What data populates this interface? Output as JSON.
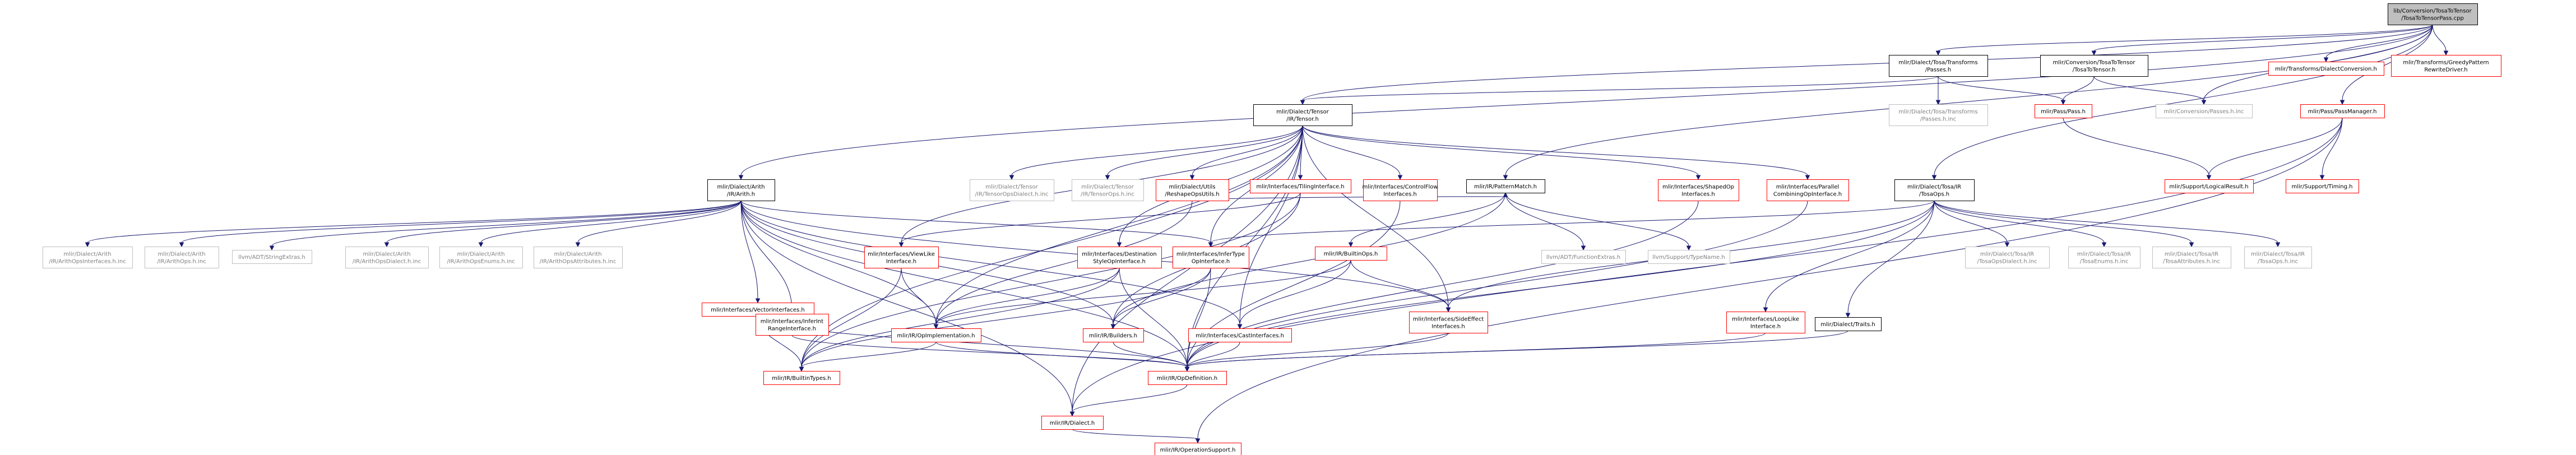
{
  "colors": {
    "edge_dark": "#191970",
    "edge_highlight": "#ff0000",
    "node_root_fill": "#bfbfbf",
    "node_fill": "#ffffff",
    "border_black": "#000000",
    "border_red": "#ff0000",
    "border_grey": "#bfbfbf",
    "text_black": "#000000",
    "text_grey": "#808080",
    "text_red": "#ff0000"
  },
  "nodes": [
    {
      "id": "root",
      "lines": [
        "lib/Conversion/TosaToTensor",
        "/TosaToTensorPass.cpp"
      ],
      "style": "root"
    },
    {
      "id": "tosa_transforms_passes",
      "lines": [
        "mlir/Dialect/Tosa/Transforms",
        "/Passes.h"
      ],
      "style": "black"
    },
    {
      "id": "conv_tosatotensor",
      "lines": [
        "mlir/Conversion/TosaToTensor",
        "/TosaToTensor.h"
      ],
      "style": "black"
    },
    {
      "id": "transforms_dialectconversion",
      "lines": [
        "mlir/Transforms/DialectConversion.h"
      ],
      "style": "red"
    },
    {
      "id": "transforms_greedy",
      "lines": [
        "mlir/Transforms/GreedyPattern",
        "RewriteDriver.h"
      ],
      "style": "red"
    },
    {
      "id": "tensor_ir",
      "lines": [
        "mlir/Dialect/Tensor",
        "/IR/Tensor.h"
      ],
      "style": "black"
    },
    {
      "id": "tosa_transforms_passes_inc",
      "lines": [
        "mlir/Dialect/Tosa/Transforms",
        "/Passes.h.inc"
      ],
      "style": "grey"
    },
    {
      "id": "pass_pass",
      "lines": [
        "mlir/Pass/Pass.h"
      ],
      "style": "red"
    },
    {
      "id": "conv_passes_inc",
      "lines": [
        "mlir/Conversion/Passes.h.inc"
      ],
      "style": "grey"
    },
    {
      "id": "pass_passmanager",
      "lines": [
        "mlir/Pass/PassManager.h"
      ],
      "style": "red"
    },
    {
      "id": "arith_ir",
      "lines": [
        "mlir/Dialect/Arith",
        "/IR/Arith.h"
      ],
      "style": "black"
    },
    {
      "id": "tensor_opsdialect_inc",
      "lines": [
        "mlir/Dialect/Tensor",
        "/IR/TensorOpsDialect.h.inc"
      ],
      "style": "grey"
    },
    {
      "id": "tensor_ops_inc",
      "lines": [
        "mlir/Dialect/Tensor",
        "/IR/TensorOps.h.inc"
      ],
      "style": "grey"
    },
    {
      "id": "utils_reshape",
      "lines": [
        "mlir/Dialect/Utils",
        "/ReshapeOpsUtils.h"
      ],
      "style": "red"
    },
    {
      "id": "tiling_iface",
      "lines": [
        "mlir/Interfaces/TilingInterface.h"
      ],
      "style": "red"
    },
    {
      "id": "controlflow_iface",
      "lines": [
        "mlir/Interfaces/ControlFlow",
        "Interfaces.h"
      ],
      "style": "red"
    },
    {
      "id": "patternmatch",
      "lines": [
        "mlir/IR/PatternMatch.h"
      ],
      "style": "black"
    },
    {
      "id": "shapedop_iface",
      "lines": [
        "mlir/Interfaces/ShapedOp",
        "Interfaces.h"
      ],
      "style": "red"
    },
    {
      "id": "parallel_iface",
      "lines": [
        "mlir/Interfaces/Parallel",
        "CombiningOpInterface.h"
      ],
      "style": "red"
    },
    {
      "id": "support_logical",
      "lines": [
        "mlir/Support/LogicalResult.h"
      ],
      "style": "red"
    },
    {
      "id": "support_timing",
      "lines": [
        "mlir/Support/Timing.h"
      ],
      "style": "red"
    },
    {
      "id": "tosa_ir",
      "lines": [
        "mlir/Dialect/Tosa/IR",
        "/TosaOps.h"
      ],
      "style": "black"
    },
    {
      "id": "arith_opinterfaces_inc",
      "lines": [
        "mlir/Dialect/Arith",
        "/IR/ArithOpsInterfaces.h.inc"
      ],
      "style": "grey"
    },
    {
      "id": "arith_ops_inc",
      "lines": [
        "mlir/Dialect/Arith",
        "/IR/ArithOps.h.inc"
      ],
      "style": "grey"
    },
    {
      "id": "llvm_stringextras",
      "lines": [
        "llvm/ADT/StringExtras.h"
      ],
      "style": "grey"
    },
    {
      "id": "arith_opsdialect_inc",
      "lines": [
        "mlir/Dialect/Arith",
        "/IR/ArithOpsDialect.h.inc"
      ],
      "style": "grey"
    },
    {
      "id": "arith_opsenums_inc",
      "lines": [
        "mlir/Dialect/Arith",
        "/IR/ArithOpsEnums.h.inc"
      ],
      "style": "grey"
    },
    {
      "id": "arith_opsattr_inc",
      "lines": [
        "mlir/Dialect/Arith",
        "/IR/ArithOpsAttributes.h.inc"
      ],
      "style": "grey"
    },
    {
      "id": "viewlike_iface",
      "lines": [
        "mlir/Interfaces/ViewLike",
        "Interface.h"
      ],
      "style": "red"
    },
    {
      "id": "destination_iface",
      "lines": [
        "mlir/Interfaces/Destination",
        "StyleOpInterface.h"
      ],
      "style": "red"
    },
    {
      "id": "infertype_iface",
      "lines": [
        "mlir/Interfaces/InferType",
        "OpInterface.h"
      ],
      "style": "red"
    },
    {
      "id": "ir_builtinops",
      "lines": [
        "mlir/IR/BuiltinOps.h"
      ],
      "style": "red"
    },
    {
      "id": "llvm_functionextras",
      "lines": [
        "llvm/ADT/FunctionExtras.h"
      ],
      "style": "grey"
    },
    {
      "id": "llvm_typename",
      "lines": [
        "llvm/Support/TypeName.h"
      ],
      "style": "grey"
    },
    {
      "id": "tosa_opsdialect_inc",
      "lines": [
        "mlir/Dialect/Tosa/IR",
        "/TosaOpsDialect.h.inc"
      ],
      "style": "grey"
    },
    {
      "id": "tosa_enums_inc",
      "lines": [
        "mlir/Dialect/Tosa/IR",
        "/TosaEnums.h.inc"
      ],
      "style": "grey"
    },
    {
      "id": "tosa_attributes_inc",
      "lines": [
        "mlir/Dialect/Tosa/IR",
        "/TosaAttributes.h.inc"
      ],
      "style": "grey"
    },
    {
      "id": "tosa_ops_inc",
      "lines": [
        "mlir/Dialect/Tosa/IR",
        "/TosaOps.h.inc"
      ],
      "style": "grey"
    },
    {
      "id": "vector_iface",
      "lines": [
        "mlir/Interfaces/VectorInterfaces.h"
      ],
      "style": "red"
    },
    {
      "id": "inferint_iface",
      "lines": [
        "mlir/Interfaces/InferInt",
        "RangeInterface.h"
      ],
      "style": "red"
    },
    {
      "id": "opimplementation",
      "lines": [
        "mlir/IR/OpImplementation.h"
      ],
      "style": "red"
    },
    {
      "id": "ir_builders",
      "lines": [
        "mlir/IR/Builders.h"
      ],
      "style": "red"
    },
    {
      "id": "cast_iface",
      "lines": [
        "mlir/Interfaces/CastInterfaces.h"
      ],
      "style": "red"
    },
    {
      "id": "sideeffect_iface",
      "lines": [
        "mlir/Interfaces/SideEffect",
        "Interfaces.h"
      ],
      "style": "red"
    },
    {
      "id": "looplike_iface",
      "lines": [
        "mlir/Interfaces/LoopLike",
        "Interface.h"
      ],
      "style": "red"
    },
    {
      "id": "tosa_traits",
      "lines": [
        "mlir/Dialect/Traits.h"
      ],
      "style": "black"
    },
    {
      "id": "ir_builtintypes",
      "lines": [
        "mlir/IR/BuiltinTypes.h"
      ],
      "style": "red"
    },
    {
      "id": "ir_opdefinition",
      "lines": [
        "mlir/IR/OpDefinition.h"
      ],
      "style": "red"
    },
    {
      "id": "ir_dialect",
      "lines": [
        "mlir/IR/Dialect.h"
      ],
      "style": "red"
    },
    {
      "id": "ir_operationsupport",
      "lines": [
        "mlir/IR/OperationSupport.h"
      ],
      "style": "red"
    }
  ],
  "edges": [
    {
      "from": "root",
      "to": "tosa_transforms_passes",
      "color": "dark"
    },
    {
      "from": "root",
      "to": "conv_tosatotensor",
      "color": "dark"
    },
    {
      "from": "root",
      "to": "transforms_dialectconversion",
      "color": "dark"
    },
    {
      "from": "root",
      "to": "transforms_greedy",
      "color": "dark"
    },
    {
      "from": "root",
      "to": "tensor_ir",
      "color": "dark"
    },
    {
      "from": "root",
      "to": "conv_passes_inc",
      "color": "dark"
    },
    {
      "from": "root",
      "to": "pass_passmanager",
      "color": "dark"
    },
    {
      "from": "root",
      "to": "arith_ir",
      "color": "dark"
    },
    {
      "from": "root",
      "to": "tosa_ir",
      "color": "dark"
    },
    {
      "from": "root",
      "to": "patternmatch",
      "color": "dark"
    },
    {
      "from": "tosa_transforms_passes",
      "to": "tensor_ir",
      "color": "dark"
    },
    {
      "from": "tosa_transforms_passes",
      "to": "tosa_transforms_passes_inc",
      "color": "dark"
    },
    {
      "from": "tosa_transforms_passes",
      "to": "pass_pass",
      "color": "dark"
    },
    {
      "from": "conv_tosatotensor",
      "to": "pass_pass",
      "color": "dark"
    },
    {
      "from": "conv_tosatotensor",
      "to": "conv_passes_inc",
      "color": "dark"
    },
    {
      "from": "pass_pass",
      "to": "support_logical",
      "color": "dark"
    },
    {
      "from": "pass_passmanager",
      "to": "support_logical",
      "color": "dark"
    },
    {
      "from": "pass_passmanager",
      "to": "support_timing",
      "color": "dark"
    },
    {
      "from": "pass_passmanager",
      "to": "ir_dialect",
      "color": "dark"
    },
    {
      "from": "pass_passmanager",
      "to": "ir_operationsupport",
      "color": "dark"
    },
    {
      "from": "tensor_ir",
      "to": "tensor_opsdialect_inc",
      "color": "dark"
    },
    {
      "from": "tensor_ir",
      "to": "tensor_ops_inc",
      "color": "dark"
    },
    {
      "from": "tensor_ir",
      "to": "utils_reshape",
      "color": "dark"
    },
    {
      "from": "tensor_ir",
      "to": "tiling_iface",
      "color": "dark"
    },
    {
      "from": "tensor_ir",
      "to": "controlflow_iface",
      "color": "dark"
    },
    {
      "from": "tensor_ir",
      "to": "shapedop_iface",
      "color": "dark"
    },
    {
      "from": "tensor_ir",
      "to": "parallel_iface",
      "color": "dark"
    },
    {
      "from": "tensor_ir",
      "to": "viewlike_iface",
      "color": "dark"
    },
    {
      "from": "tensor_ir",
      "to": "destination_iface",
      "color": "dark"
    },
    {
      "from": "tensor_ir",
      "to": "infertype_iface",
      "color": "dark"
    },
    {
      "from": "tensor_ir",
      "to": "opimplementation",
      "color": "dark"
    },
    {
      "from": "tensor_ir",
      "to": "cast_iface",
      "color": "dark"
    },
    {
      "from": "tensor_ir",
      "to": "sideeffect_iface",
      "color": "dark"
    },
    {
      "from": "tensor_ir",
      "to": "ir_builtintypes",
      "color": "dark"
    },
    {
      "from": "tensor_ir",
      "to": "ir_opdefinition",
      "color": "dark"
    },
    {
      "from": "tensor_ir",
      "to": "ir_dialect",
      "color": "dark"
    },
    {
      "from": "utils_reshape",
      "to": "patternmatch",
      "color": "dark"
    },
    {
      "from": "utils_reshape",
      "to": "opimplementation",
      "color": "dark"
    },
    {
      "from": "tiling_iface",
      "to": "viewlike_iface",
      "color": "dark"
    },
    {
      "from": "tiling_iface",
      "to": "ir_builders",
      "color": "dark"
    },
    {
      "from": "tiling_iface",
      "to": "ir_builtintypes",
      "color": "dark"
    },
    {
      "from": "controlflow_iface",
      "to": "ir_opdefinition",
      "color": "dark"
    },
    {
      "from": "patternmatch",
      "to": "ir_builtinops",
      "color": "dark"
    },
    {
      "from": "patternmatch",
      "to": "llvm_functionextras",
      "color": "dark"
    },
    {
      "from": "patternmatch",
      "to": "llvm_typename",
      "color": "dark"
    },
    {
      "from": "patternmatch",
      "to": "ir_builders",
      "color": "dark"
    },
    {
      "from": "shapedop_iface",
      "to": "ir_opdefinition",
      "color": "dark"
    },
    {
      "from": "parallel_iface",
      "to": "ir_opdefinition",
      "color": "dark"
    },
    {
      "from": "arith_ir",
      "to": "arith_opinterfaces_inc",
      "color": "dark"
    },
    {
      "from": "arith_ir",
      "to": "arith_ops_inc",
      "color": "dark"
    },
    {
      "from": "arith_ir",
      "to": "llvm_stringextras",
      "color": "dark"
    },
    {
      "from": "arith_ir",
      "to": "arith_opsdialect_inc",
      "color": "dark"
    },
    {
      "from": "arith_ir",
      "to": "arith_opsenums_inc",
      "color": "dark"
    },
    {
      "from": "arith_ir",
      "to": "arith_opsattr_inc",
      "color": "dark"
    },
    {
      "from": "arith_ir",
      "to": "vector_iface",
      "color": "dark"
    },
    {
      "from": "arith_ir",
      "to": "inferint_iface",
      "color": "dark"
    },
    {
      "from": "arith_ir",
      "to": "infertype_iface",
      "color": "dark"
    },
    {
      "from": "arith_ir",
      "to": "opimplementation",
      "color": "dark"
    },
    {
      "from": "arith_ir",
      "to": "ir_builders",
      "color": "dark"
    },
    {
      "from": "arith_ir",
      "to": "cast_iface",
      "color": "dark"
    },
    {
      "from": "arith_ir",
      "to": "sideeffect_iface",
      "color": "dark"
    },
    {
      "from": "arith_ir",
      "to": "ir_opdefinition",
      "color": "dark"
    },
    {
      "from": "arith_ir",
      "to": "ir_dialect",
      "color": "dark"
    },
    {
      "from": "viewlike_iface",
      "to": "opimplementation",
      "color": "dark"
    },
    {
      "from": "viewlike_iface",
      "to": "ir_builtintypes",
      "color": "dark"
    },
    {
      "from": "destination_iface",
      "to": "ir_builtintypes",
      "color": "dark"
    },
    {
      "from": "destination_iface",
      "to": "ir_opdefinition",
      "color": "dark"
    },
    {
      "from": "destination_iface",
      "to": "opimplementation",
      "color": "dark"
    },
    {
      "from": "infertype_iface",
      "to": "ir_builders",
      "color": "dark"
    },
    {
      "from": "infertype_iface",
      "to": "ir_builtintypes",
      "color": "dark"
    },
    {
      "from": "infertype_iface",
      "to": "ir_opdefinition",
      "color": "dark"
    },
    {
      "from": "ir_builtinops",
      "to": "opimplementation",
      "color": "dark"
    },
    {
      "from": "ir_builtinops",
      "to": "cast_iface",
      "color": "dark"
    },
    {
      "from": "ir_builtinops",
      "to": "sideeffect_iface",
      "color": "dark"
    },
    {
      "from": "tosa_ir",
      "to": "tosa_opsdialect_inc",
      "color": "dark"
    },
    {
      "from": "tosa_ir",
      "to": "tosa_enums_inc",
      "color": "dark"
    },
    {
      "from": "tosa_ir",
      "to": "tosa_attributes_inc",
      "color": "dark"
    },
    {
      "from": "tosa_ir",
      "to": "tosa_ops_inc",
      "color": "dark"
    },
    {
      "from": "tosa_ir",
      "to": "looplike_iface",
      "color": "dark"
    },
    {
      "from": "tosa_ir",
      "to": "tosa_traits",
      "color": "dark"
    },
    {
      "from": "tosa_ir",
      "to": "infertype_iface",
      "color": "dark"
    },
    {
      "from": "tosa_ir",
      "to": "sideeffect_iface",
      "color": "dark"
    },
    {
      "from": "tosa_ir",
      "to": "ir_opdefinition",
      "color": "dark"
    },
    {
      "from": "vector_iface",
      "to": "ir_builtintypes",
      "color": "dark"
    },
    {
      "from": "vector_iface",
      "to": "ir_opdefinition",
      "color": "dark"
    },
    {
      "from": "inferint_iface",
      "to": "ir_opdefinition",
      "color": "dark"
    },
    {
      "from": "opimplementation",
      "to": "ir_builtintypes",
      "color": "dark"
    },
    {
      "from": "opimplementation",
      "to": "ir_opdefinition",
      "color": "dark"
    },
    {
      "from": "ir_builders",
      "to": "ir_opdefinition",
      "color": "dark"
    },
    {
      "from": "cast_iface",
      "to": "ir_opdefinition",
      "color": "dark"
    },
    {
      "from": "sideeffect_iface",
      "to": "ir_opdefinition",
      "color": "dark"
    },
    {
      "from": "looplike_iface",
      "to": "ir_opdefinition",
      "color": "dark"
    },
    {
      "from": "tosa_traits",
      "to": "ir_opdefinition",
      "color": "dark"
    },
    {
      "from": "ir_opdefinition",
      "to": "ir_dialect",
      "color": "highlight"
    },
    {
      "from": "ir_dialect",
      "to": "ir_operationsupport",
      "color": "highlight"
    }
  ]
}
